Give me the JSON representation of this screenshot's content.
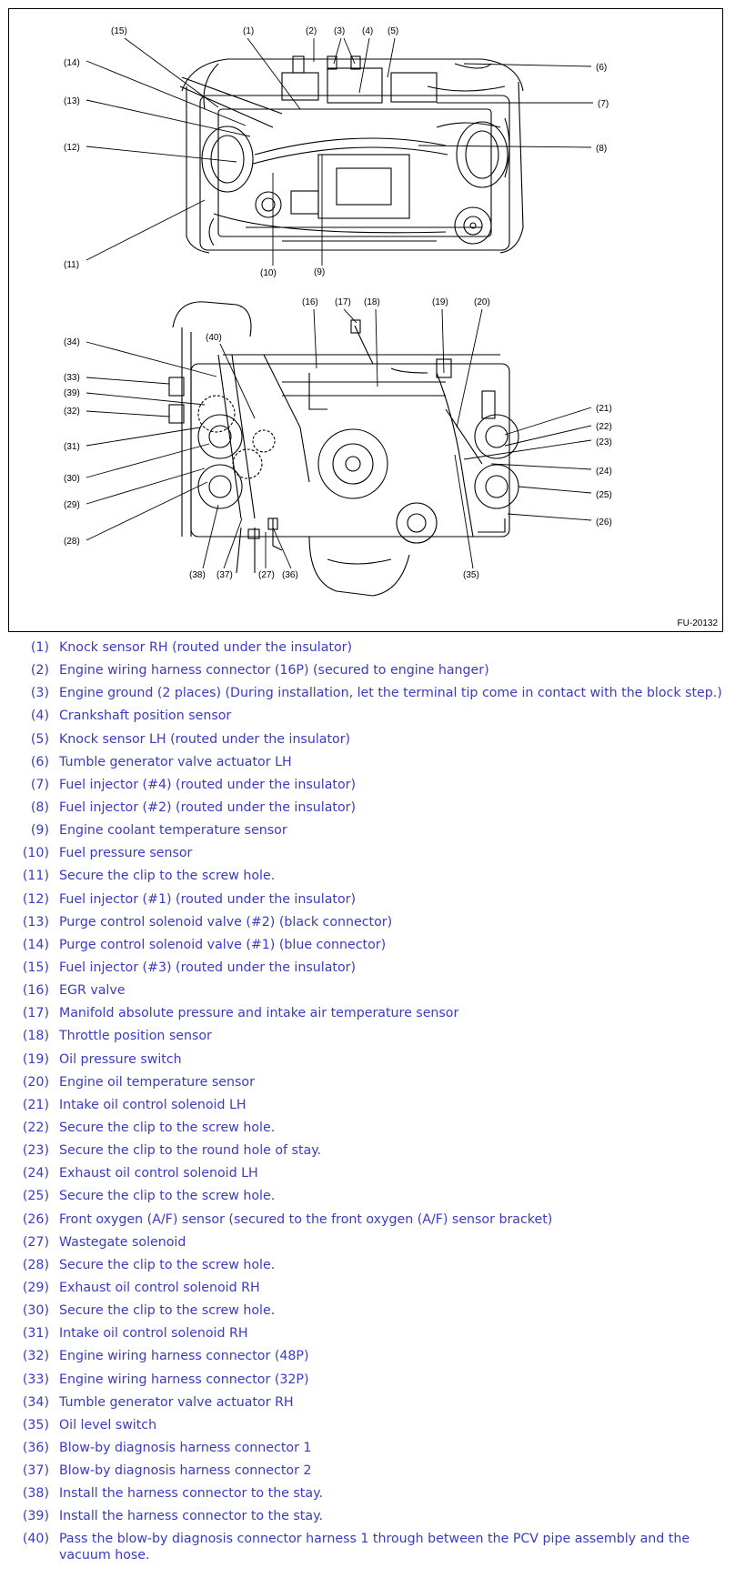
{
  "figure": {
    "id": "FU-20132",
    "top_callouts": [
      "(1)",
      "(2)",
      "(3)",
      "(4)",
      "(5)",
      "(6)",
      "(7)",
      "(8)",
      "(9)",
      "(10)",
      "(11)",
      "(12)",
      "(13)",
      "(14)",
      "(15)"
    ],
    "bottom_callouts": [
      "(16)",
      "(17)",
      "(18)",
      "(19)",
      "(20)",
      "(21)",
      "(22)",
      "(23)",
      "(24)",
      "(25)",
      "(26)",
      "(27)",
      "(28)",
      "(29)",
      "(30)",
      "(31)",
      "(32)",
      "(33)",
      "(34)",
      "(35)",
      "(36)",
      "(37)",
      "(38)",
      "(39)",
      "(40)"
    ]
  },
  "legend": [
    {
      "num": "(1)",
      "text": "Knock sensor RH (routed under the insulator)"
    },
    {
      "num": "(2)",
      "text": "Engine wiring harness connector (16P) (secured to engine hanger)"
    },
    {
      "num": "(3)",
      "text": "Engine ground (2 places) (During installation, let the terminal tip come in contact with the block step.)"
    },
    {
      "num": "(4)",
      "text": "Crankshaft position sensor"
    },
    {
      "num": "(5)",
      "text": "Knock sensor LH (routed under the insulator)"
    },
    {
      "num": "(6)",
      "text": "Tumble generator valve actuator LH"
    },
    {
      "num": "(7)",
      "text": "Fuel injector (#4) (routed under the insulator)"
    },
    {
      "num": "(8)",
      "text": "Fuel injector (#2) (routed under the insulator)"
    },
    {
      "num": "(9)",
      "text": "Engine coolant temperature sensor"
    },
    {
      "num": "(10)",
      "text": "Fuel pressure sensor"
    },
    {
      "num": "(11)",
      "text": "Secure the clip to the screw hole."
    },
    {
      "num": "(12)",
      "text": "Fuel injector (#1) (routed under the insulator)"
    },
    {
      "num": "(13)",
      "text": "Purge control solenoid valve (#2) (black connector)"
    },
    {
      "num": "(14)",
      "text": "Purge control solenoid valve (#1) (blue connector)"
    },
    {
      "num": "(15)",
      "text": "Fuel injector (#3) (routed under the insulator)"
    },
    {
      "num": "(16)",
      "text": "EGR valve"
    },
    {
      "num": "(17)",
      "text": "Manifold absolute pressure and intake air temperature sensor"
    },
    {
      "num": "(18)",
      "text": "Throttle position sensor"
    },
    {
      "num": "(19)",
      "text": "Oil pressure switch"
    },
    {
      "num": "(20)",
      "text": "Engine oil temperature sensor"
    },
    {
      "num": "(21)",
      "text": "Intake oil control solenoid LH"
    },
    {
      "num": "(22)",
      "text": "Secure the clip to the screw hole."
    },
    {
      "num": "(23)",
      "text": "Secure the clip to the round hole of stay."
    },
    {
      "num": "(24)",
      "text": "Exhaust oil control solenoid LH"
    },
    {
      "num": "(25)",
      "text": "Secure the clip to the screw hole."
    },
    {
      "num": "(26)",
      "text": "Front oxygen (A/F) sensor (secured to the front oxygen (A/F) sensor bracket)"
    },
    {
      "num": "(27)",
      "text": "Wastegate solenoid"
    },
    {
      "num": "(28)",
      "text": "Secure the clip to the screw hole."
    },
    {
      "num": "(29)",
      "text": "Exhaust oil control solenoid RH"
    },
    {
      "num": "(30)",
      "text": "Secure the clip to the screw hole."
    },
    {
      "num": "(31)",
      "text": "Intake oil control solenoid RH"
    },
    {
      "num": "(32)",
      "text": "Engine wiring harness connector (48P)"
    },
    {
      "num": "(33)",
      "text": "Engine wiring harness connector (32P)"
    },
    {
      "num": "(34)",
      "text": "Tumble generator valve actuator RH"
    },
    {
      "num": "(35)",
      "text": "Oil level switch"
    },
    {
      "num": "(36)",
      "text": "Blow-by diagnosis harness connector 1"
    },
    {
      "num": "(37)",
      "text": "Blow-by diagnosis harness connector 2"
    },
    {
      "num": "(38)",
      "text": "Install the harness connector to the stay."
    },
    {
      "num": "(39)",
      "text": "Install the harness connector to the stay."
    },
    {
      "num": "(40)",
      "text": "Pass the blow-by diagnosis connector harness 1 through between the PCV pipe assembly and the vacuum hose."
    }
  ]
}
